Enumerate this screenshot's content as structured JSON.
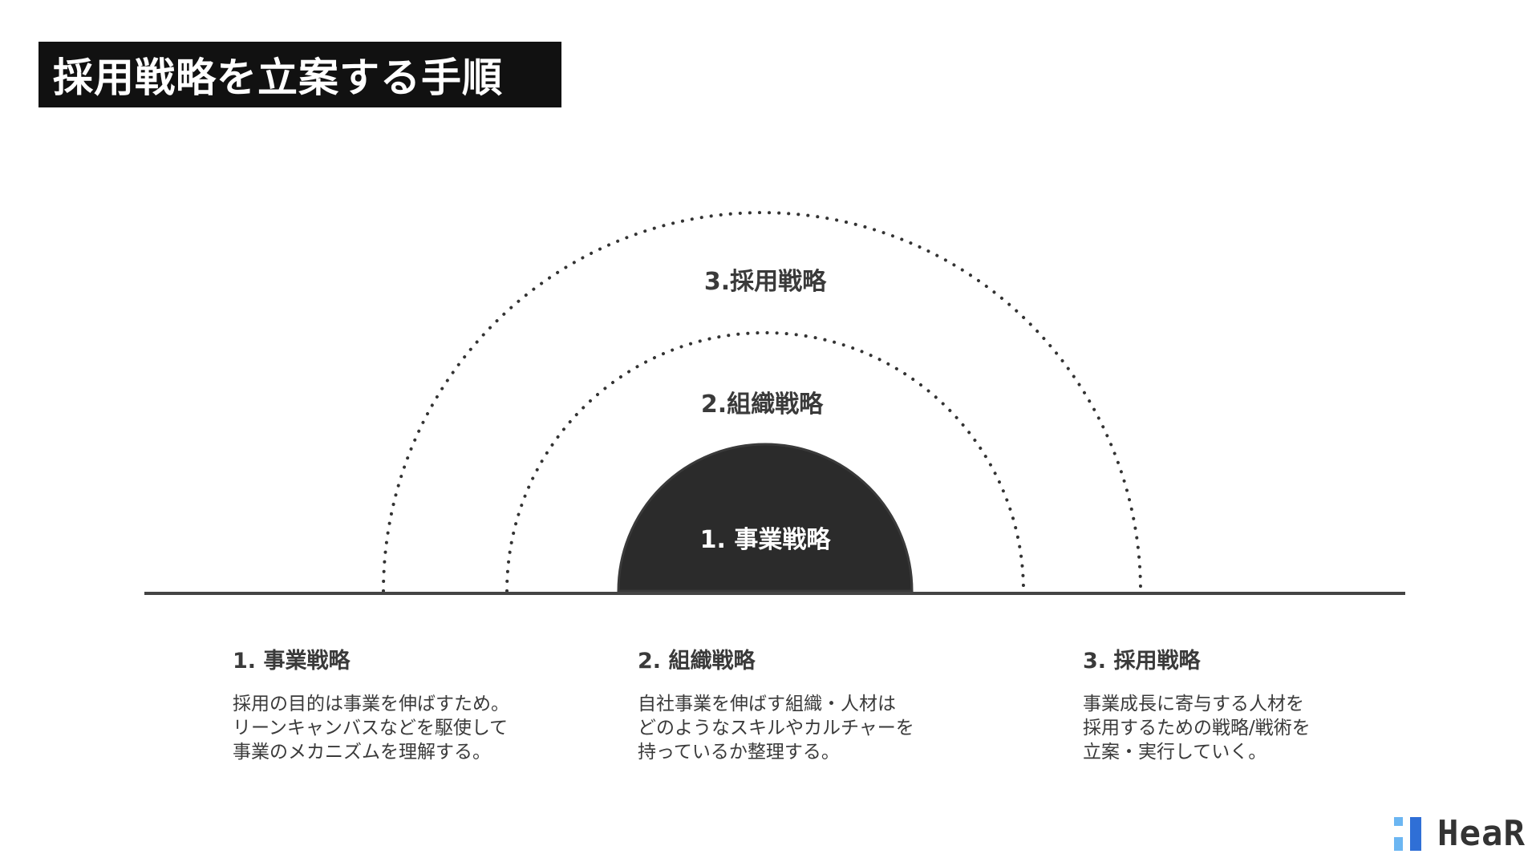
{
  "title": "採用戦略を立案する手順",
  "diagram": {
    "inner_label": "1. 事業戦略",
    "middle_label": "2.組織戦略",
    "outer_label": "3.採用戦略",
    "colors": {
      "inner_fill": "#2b2b2b",
      "dotted": "#333333",
      "baseline": "#444444"
    }
  },
  "columns": [
    {
      "heading": "1. 事業戦略",
      "lines": [
        "採用の目的は事業を伸ばすため。",
        "リーンキャンバスなどを駆使して",
        "事業のメカニズムを理解する。"
      ]
    },
    {
      "heading": "2. 組織戦略",
      "lines": [
        "自社事業を伸ばす組織・人材は",
        "どのようなスキルやカルチャーを",
        "持っているか整理する。"
      ]
    },
    {
      "heading": "3. 採用戦略",
      "lines": [
        "事業成長に寄与する人材を",
        "採用するための戦略/戦術を",
        "立案・実行していく。"
      ]
    }
  ],
  "logo": {
    "text": "HeaR",
    "colors": {
      "light": "#6cb6f2",
      "dark": "#2f6fd6"
    }
  }
}
